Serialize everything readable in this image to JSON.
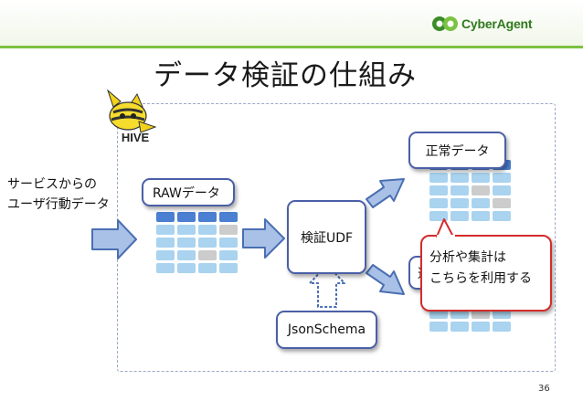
{
  "header": {
    "logo_text": "CyberAgent",
    "logo_color": "#2f7a1c",
    "band_line_color": "#7bc242"
  },
  "slide": {
    "title": "データ検証の仕組み",
    "page_number": "36"
  },
  "hive": {
    "icon": "hive-logo-icon",
    "label": "HIVE"
  },
  "source_label": [
    "サービスからの",
    "ユーザ行動データ"
  ],
  "nodes": {
    "raw_data": "RAWデータ",
    "validator": "検証UDF",
    "schema": "JsonSchema",
    "valid_data": "正常データ",
    "invalid_data_partial": "違"
  },
  "callout": [
    "分析や集計は",
    "こちらを利用する"
  ],
  "colors": {
    "box_border": "#4a5fa8",
    "arrow_fill": "#a9c1e6",
    "arrow_stroke": "#4a6fb3",
    "callout_border": "#d42c2c",
    "table_header": "#4a7fd1",
    "table_light": "#a9d3ef",
    "table_grey": "#cccccc"
  }
}
